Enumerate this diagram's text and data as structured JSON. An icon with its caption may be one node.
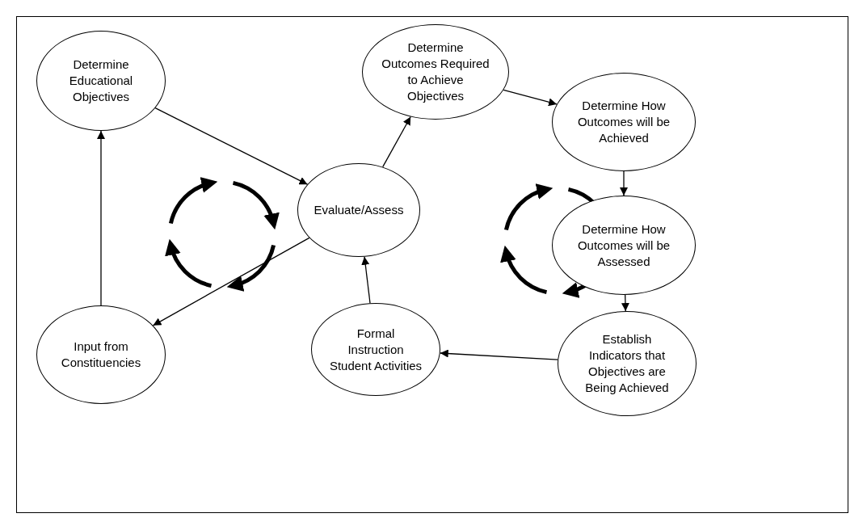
{
  "diagram": {
    "nodes": [
      {
        "text": [
          "Determine Educational Objectives"
        ]
      },
      {
        "text": [
          "Determine Outcomes Required to Achieve Objectives"
        ]
      },
      {
        "text": [
          "Determine How Outcomes will be Achieved"
        ]
      },
      {
        "text": [
          "Determine How Outcomes will be Assessed"
        ]
      },
      {
        "text": [
          "Evaluate/Assess"
        ]
      },
      {
        "text": [
          "Input from Constituencies"
        ]
      },
      {
        "text": [
          "Formal Instruction Student Activities"
        ]
      },
      {
        "text": [
          "Establish Indicators that Objectives are Being Achieved"
        ]
      }
    ],
    "edges": [
      {
        "from": 0,
        "to": 4,
        "arrow": "to"
      },
      {
        "from": 4,
        "to": 1,
        "arrow": "to"
      },
      {
        "from": 1,
        "to": 2,
        "arrow": "to"
      },
      {
        "from": 2,
        "to": 3,
        "arrow": "to"
      },
      {
        "from": 3,
        "to": 7,
        "arrow": "to"
      },
      {
        "from": 7,
        "to": 6,
        "arrow": "to"
      },
      {
        "from": 6,
        "to": 4,
        "arrow": "to"
      },
      {
        "from": 4,
        "to": 5,
        "arrow": "to"
      },
      {
        "from": 5,
        "to": 0,
        "arrow": "to"
      }
    ]
  }
}
